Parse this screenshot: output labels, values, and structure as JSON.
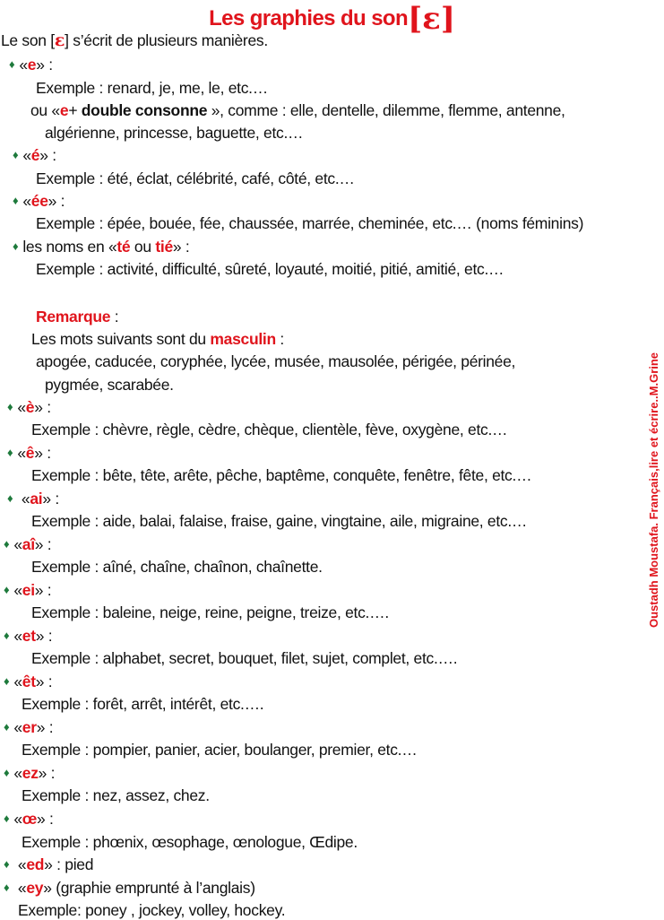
{
  "title": {
    "text": "Les graphies du son",
    "symbol": "ɛ"
  },
  "intro": {
    "pre": "Le son [",
    "symbol": "ɛ",
    "post": "] s’écrit de plusieurs manières."
  },
  "e": {
    "label": "e",
    "example": "Exemple : renard, je, me, le, etc.…",
    "ou_pre": "ou  «",
    "ou_e": "e",
    "ou_plus": "+ ",
    "ou_bold": "double consonne",
    "ou_post": " », comme : elle, dentelle, dilemme, flemme, antenne,",
    "ou_cont": "algérienne, princesse,   baguette, etc.…"
  },
  "e_acute": {
    "label": "é",
    "example": "Exemple : été, éclat, célébrité, café, côté, etc.…"
  },
  "ee": {
    "label": "ée",
    "example": "Exemple : épée, bouée, fée, chaussée, marrée, cheminée, etc.… (noms féminins)"
  },
  "te": {
    "pre": "les noms en «",
    "te": "té",
    "ou": " ou ",
    "tie": "tié",
    "post": "» :",
    "example": "Exemple : activité, difficulté, sûreté, loyauté, moitié, pitié, amitié, etc.…"
  },
  "remarque": {
    "label": "Remarque",
    "colon": " :",
    "line1_pre": "Les mots suivants sont du ",
    "line1_bold": "masculin",
    "line1_post": " :",
    "line2": "apogée, caducée, coryphée, lycée, musée, mausolée, périgée, périnée,",
    "line3": "pygmée, scarabée."
  },
  "e_grave": {
    "label": "è",
    "example": "Exemple : chèvre, règle, cèdre, chèque, clientèle, fève, oxygène, etc.…"
  },
  "e_circ": {
    "label": "ê",
    "example": "Exemple : bête, tête, arête, pêche, baptême, conquête, fenêtre, fête, etc.…"
  },
  "ai": {
    "label": "ai",
    "example": "Exemple : aide, balai, falaise, fraise, gaine, vingtaine, aile, migraine, etc.…"
  },
  "ai_circ": {
    "label": "aî",
    "example": "Exemple : aîné, chaîne, chaînon, chaînette."
  },
  "ei": {
    "label": "ei",
    "example": "Exemple : baleine, neige, reine, peigne, treize, etc.…."
  },
  "et": {
    "label": "et",
    "example": "Exemple : alphabet, secret, bouquet, filet, sujet, complet, etc.…."
  },
  "et_circ": {
    "label": "êt",
    "example": "Exemple : forêt, arrêt, intérêt, etc.…."
  },
  "er": {
    "label": "er",
    "example": "Exemple : pompier, panier, acier, boulanger, premier, etc.…"
  },
  "ez": {
    "label": "ez",
    "example": "Exemple : nez, assez, chez."
  },
  "oe": {
    "label": "œ",
    "example": "Exemple : phœnix, œsophage, œnologue, Œdipe."
  },
  "ed": {
    "label": "ed",
    "post": "» : pied"
  },
  "ey": {
    "label": "ey",
    "post": "» (graphie emprunté à l’anglais)",
    "example": "Exemple:  poney , jockey, volley, hockey."
  },
  "sidebar": {
    "text": "Oustadh Moustafa. Français,lire et écrire..M.Grine"
  },
  "bullet": "♦",
  "colors": {
    "accent": "#e0141c",
    "bullet": "#1e7a3c"
  }
}
